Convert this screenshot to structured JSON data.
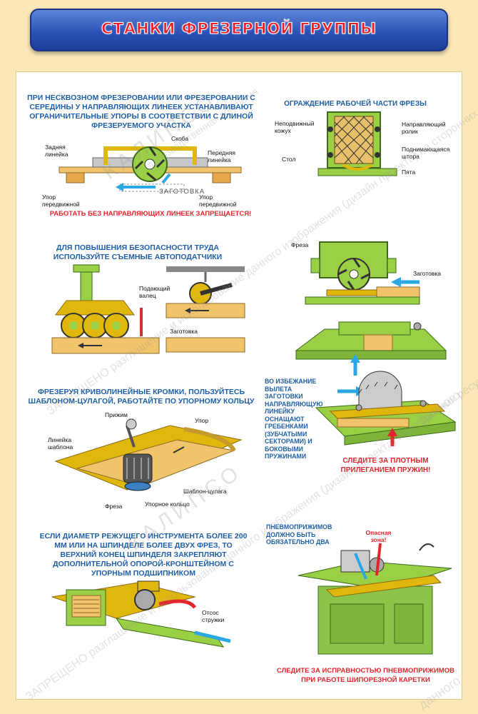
{
  "header": {
    "title": "СТАНКИ ФРЕЗЕРНОЙ ГРУППЫ"
  },
  "section1": {
    "caption": "ПРИ НЕСКВОЗНОМ ФРЕЗЕРОВАНИИ ИЛИ ФРЕЗЕРОВАНИИ С СЕРЕДИНЫ У НАПРАВЛЯЮЩИХ ЛИНЕЕК УСТАНАВЛИВАЮТ ОГРАНИЧИТЕЛЬНЫЕ УПОРЫ В СООТВЕТСТВИИ С ДЛИНОЙ ФРЕЗЕРУЕМОГО УЧАСТКА",
    "labels": {
      "bracket": "Скоба",
      "rear_ruler": "Задняя линейка",
      "front_ruler": "Передняя линейка",
      "workpiece": "ЗАГОТОВКА",
      "stop_left": "Упор передвижной",
      "stop_right": "Упор передвижной"
    },
    "warning": "РАБОТАТЬ БЕЗ НАПРАВЛЯЮЩИХ ЛИНЕЕК ЗАПРЕЩАЕТСЯ!"
  },
  "section2": {
    "caption": "ОГРАЖДЕНИЕ РАБОЧЕЙ ЧАСТИ ФРЕЗЫ",
    "labels": {
      "casing": "Неподвижный кожух",
      "roller": "Направляющий ролик",
      "table": "Стол",
      "curtain": "Поднимающаяся штора",
      "heel": "Пята"
    }
  },
  "section3": {
    "caption": "ДЛЯ ПОВЫШЕНИЯ БЕЗОПАСНОСТИ ТРУДА ИСПОЛЬЗУЙТЕ СЪЕМНЫЕ АВТОПОДАТЧИКИ",
    "labels": {
      "feed_roller": "Подающий валец",
      "workpiece": "Заготовка"
    }
  },
  "section4": {
    "labels": {
      "cutter": "Фреза",
      "workpiece": "Заготовка"
    }
  },
  "section5": {
    "caption": "ФРЕЗЕРУЯ КРИВОЛИНЕЙНЫЕ КРОМКИ, ПОЛЬЗУЙТЕСЬ ШАБЛОНОМ-ЦУЛАГОЙ, РАБОТАЙТЕ ПО УПОРНОМУ КОЛЬЦУ",
    "labels": {
      "clamp": "Прижим",
      "stop": "Упор",
      "template_ruler": "Линейка шаблона",
      "template": "Шаблон-цулага",
      "cutter": "Фреза",
      "thrust_ring": "Упорное кольцо"
    }
  },
  "section6": {
    "side_note": "ВО ИЗБЕЖАНИЕ ВЫЛЕТА ЗАГОТОВКИ НАПРАВЛЯЮЩУЮ ЛИНЕЙКУ ОСНАЩАЮТ ГРЕБЕНКАМИ (ЗУБЧАТЫМИ СЕКТОРАМИ) И БОКОВЫМИ ПРУЖИНАМИ",
    "warning": "СЛЕДИТЕ ЗА ПЛОТНЫМ ПРИЛЕГАНИЕМ ПРУЖИН!"
  },
  "section7": {
    "caption": "ЕСЛИ ДИАМЕТР РЕЖУЩЕГО ИНСТРУМЕНТА БОЛЕЕ 200 ММ ИЛИ НА ШПИНДЕЛЕ БОЛЕЕ ДВУХ ФРЕЗ, ТО ВЕРХНИЙ КОНЕЦ ШПИНДЕЛЯ ЗАКРЕПЛЯЮТ ДОПОЛНИТЕЛЬНОЙ ОПОРОЙ-КРОНШТЕЙНОМ С УПОРНЫМ ПОДШИПНИКОМ",
    "labels": {
      "chip_exhaust": "Отсос стружки"
    }
  },
  "section8": {
    "side_note": "ПНЕВМОПРИЖИМОВ ДОЛЖНО БЫТЬ ОБЯЗАТЕЛЬНО ДВА",
    "danger": "Опасная зона!",
    "warning": "СЛЕДИТЕ ЗА ИСПРАВНОСТЬЮ ПНЕВМОПРИЖИМОВ ПРИ РАБОТЕ ШИПОРЕЗНОЙ КАРЕТКИ"
  },
  "watermarks": {
    "brand": "КАЛИПСО",
    "company": "производственная компания",
    "notice": "ЗАПРЕЩЕНО разглашение и использование данного изображения (дизайн проекта) на сторонних ресурсах. Изображение защищено Авторским правом и принадлежит ИП Файзуллин Р.А.",
    "edge": "данного"
  },
  "colors": {
    "accent_blue": "#1f5fa8",
    "warning_red": "#e3262b",
    "machine_green": "#9bcf45",
    "wood": "#f1c36a",
    "arrow_blue": "#2aa7e4"
  }
}
